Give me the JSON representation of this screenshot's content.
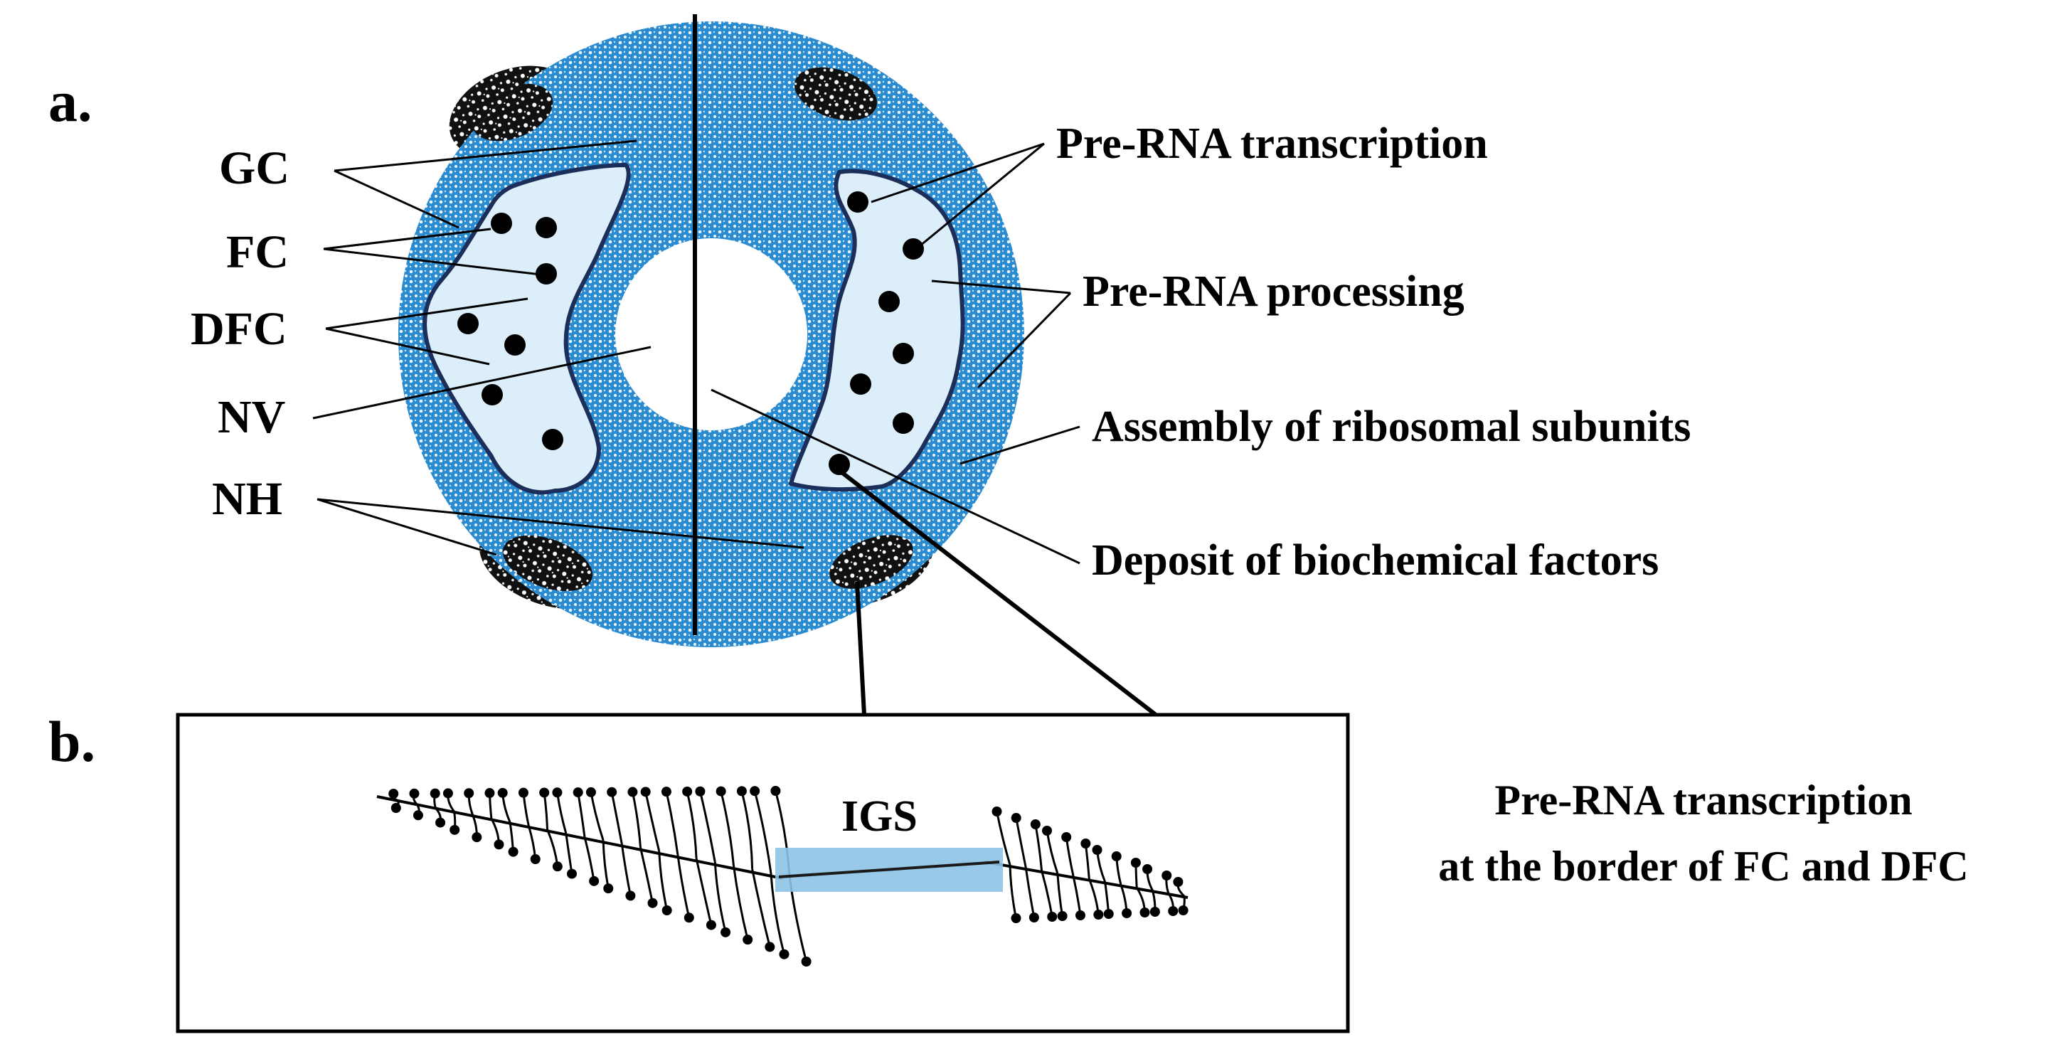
{
  "panel_a": {
    "label": "a.",
    "left_labels": {
      "gc": "GC",
      "fc": "FC",
      "dfc": "DFC",
      "nv": "NV",
      "nh": "NH"
    },
    "right_labels": {
      "transcription": "Pre-RNA transcription",
      "processing": "Pre-RNA processing",
      "assembly": "Assembly of ribosomal subunits",
      "deposit": "Deposit of biochemical factors"
    }
  },
  "panel_b": {
    "label": "b.",
    "igs_label": "IGS",
    "caption_line1": "Pre-RNA transcription",
    "caption_line2": "at the border of FC and DFC"
  },
  "colors": {
    "granular_component": "#2b8bd0",
    "granular_dots": "#e8f4fc",
    "dfc_region": "#dceefa",
    "dfc_outline": "#1c2f5a",
    "igs_box": "#8ec3e6",
    "heterochromatin": "#111111"
  }
}
